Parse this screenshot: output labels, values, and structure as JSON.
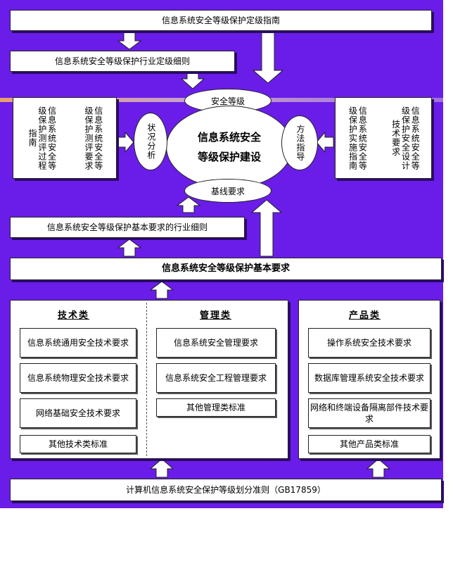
{
  "top_guide": "信息系统安全等级保护定级指南",
  "industry_grading": "信息系统安全等级保护行业定级细则",
  "security_level": "安全等级",
  "center_line1": "信息系统安全",
  "center_line2": "等级保护建设",
  "status_analysis": "状况分析",
  "method_guidance": "方法指导",
  "baseline_req": "基线要求",
  "left_col1": "信息系统安全等级保护测评过程指南",
  "left_col2": "信息系统安全等级保护测评要求",
  "right_col1": "信息系统安全等级保护实施指南",
  "right_col2": "信息系统安全等级保护安全设计技术要求",
  "industry_basic": "信息系统安全等级保护基本要求的行业细则",
  "basic_req": "信息系统安全等级保护基本要求",
  "tech": {
    "title": "技术类",
    "items": [
      "信息系统通用安全技术要求",
      "信息系统物理安全技术要求",
      "网络基础安全技术要求",
      "其他技术类标准"
    ]
  },
  "mgmt": {
    "title": "管理类",
    "items": [
      "信息系统安全管理要求",
      "信息系统安全工程管理要求",
      "其他管理类标准"
    ]
  },
  "product": {
    "title": "产品类",
    "items": [
      "操作系统安全技术要求",
      "数据库管理系统安全技术要求",
      "网络和终端设备隔离部件技术要求",
      "其他产品类标准"
    ]
  },
  "bottom": "计算机信息系统安全保护等级划分准则（GB17859）",
  "colors": {
    "background": "#6a1de8",
    "box": "#ffffff"
  }
}
